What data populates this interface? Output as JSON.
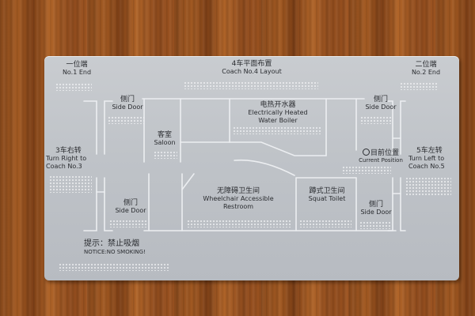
{
  "sign": {
    "title_zh": "4车平面布置",
    "title_en": "Coach No.4 Layout",
    "left_end": {
      "zh": "一位端",
      "en": "No.1 End"
    },
    "right_end": {
      "zh": "二位端",
      "en": "No.2 End"
    },
    "turn_right": {
      "zh": "3车右转",
      "en_line1": "Turn Right to",
      "en_line2": "Coach No.3"
    },
    "turn_left": {
      "zh": "5车左转",
      "en_line1": "Turn Left to",
      "en_line2": "Coach No.5"
    },
    "side_door_top_left": {
      "zh": "侧门",
      "en": "Side Door"
    },
    "side_door_top_right": {
      "zh": "侧门",
      "en": "Side Door"
    },
    "side_door_bottom_left": {
      "zh": "侧门",
      "en": "Side Door"
    },
    "side_door_bottom_right": {
      "zh": "侧门",
      "en": "Side Door"
    },
    "saloon": {
      "zh": "客室",
      "en": "Saloon"
    },
    "water_boiler": {
      "zh": "电热开水器",
      "en_line1": "Electrically Heated",
      "en_line2": "Water Boiler"
    },
    "accessible_restroom": {
      "zh": "无障碍卫生间",
      "en_line1": "Wheelchair Accessible",
      "en_line2": "Restroom"
    },
    "squat_toilet": {
      "zh": "蹲式卫生间",
      "en": "Squat Toilet"
    },
    "current_position": {
      "zh": "目前位置",
      "en": "Current Position"
    },
    "notice": {
      "zh": "提示：禁止吸烟",
      "en": "NOTICE:NO SMOKING!"
    }
  },
  "colors": {
    "plate": "#c3c6cb",
    "text": "#2a2c30",
    "raised_line": "#e8eaee",
    "wood": "#94521f"
  }
}
